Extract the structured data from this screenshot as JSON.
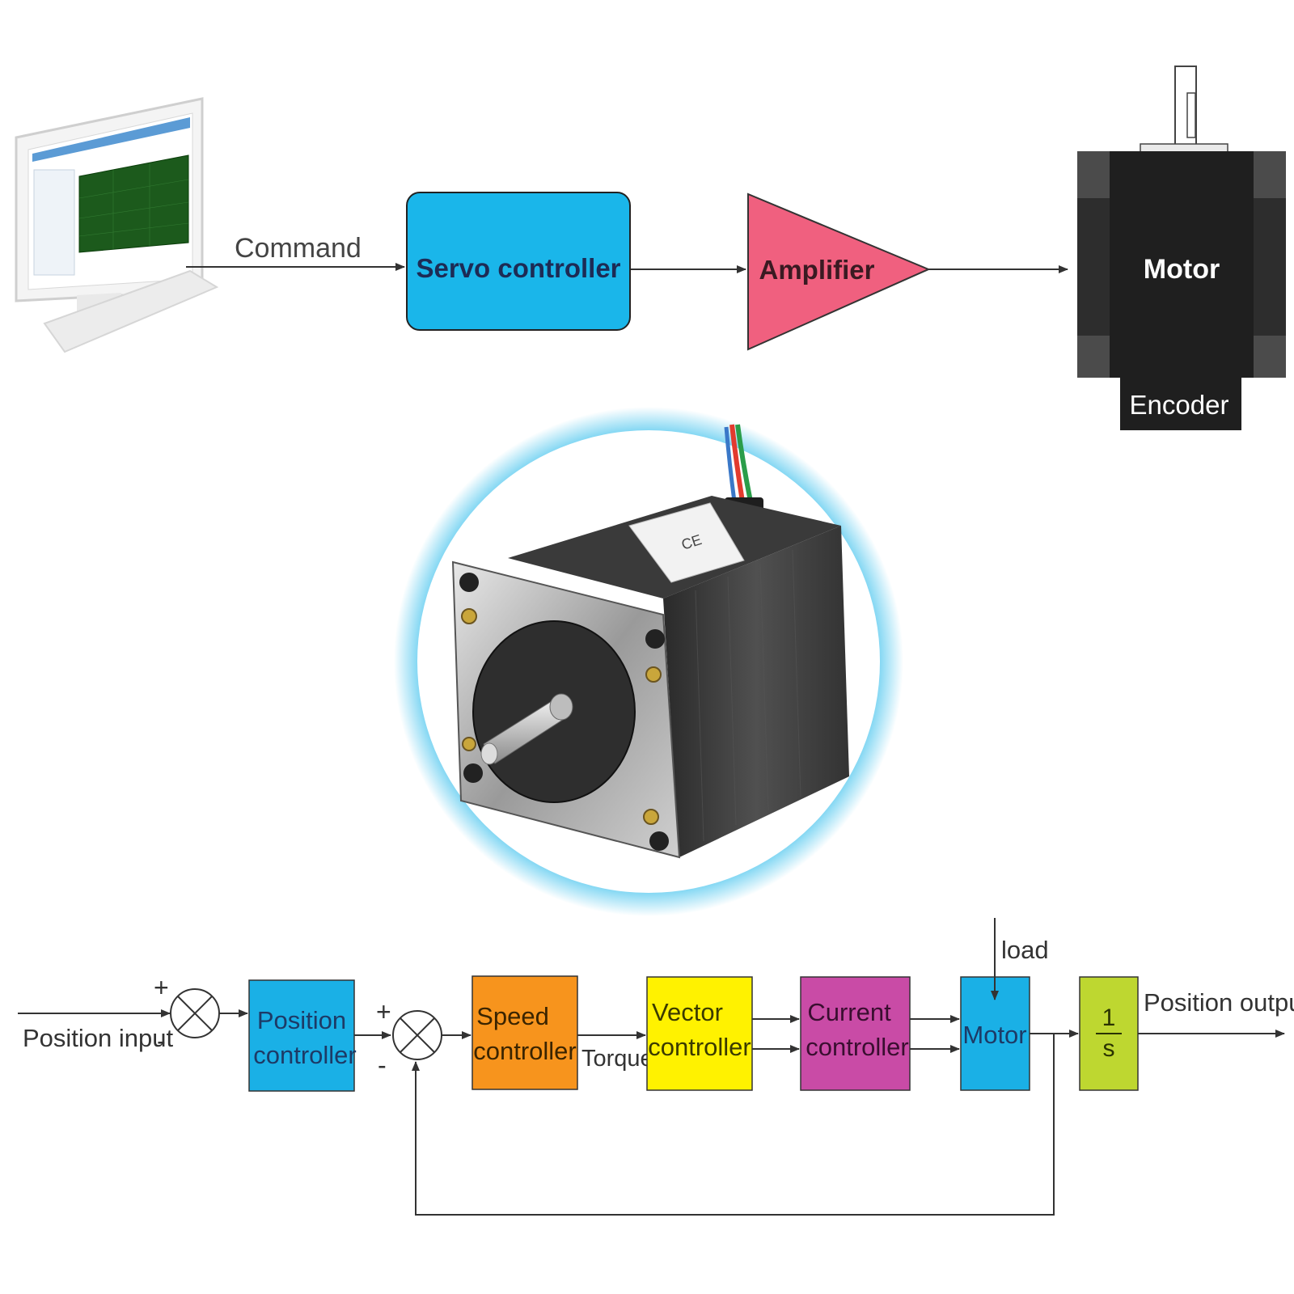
{
  "top_diagram": {
    "command_label": "Command",
    "servo_label": "Servo controller",
    "amplifier_label": "Amplifier",
    "motor_label": "Motor",
    "encoder_label": "Encoder"
  },
  "motor_photo": {
    "label_text": "CE"
  },
  "bottom_diagram": {
    "position_input": "Position input",
    "plus_1": "+",
    "minus_1": "-",
    "plus_2": "+",
    "minus_2": "-",
    "position_controller": [
      "Position",
      "controller"
    ],
    "speed_controller": [
      "Speed",
      "controller"
    ],
    "torque": "Torque",
    "vector_controller": [
      "Vector",
      "controller"
    ],
    "current_controller": [
      "Current",
      "controller"
    ],
    "motor": "Motor",
    "load": "load",
    "integrator_num": "1",
    "integrator_den": "s",
    "position_output": "Position output"
  },
  "colors": {
    "servo": "#1ab6ea",
    "amplifier": "#f0607f",
    "motor_block": "#2b2b2b",
    "position_ctrl": "#1ab0e6",
    "speed_ctrl": "#f7941d",
    "vector_ctrl": "#fff200",
    "current_ctrl": "#c94ba6",
    "motor_ctrl": "#1ab0e6",
    "integrator": "#bed730",
    "glow": "#4ec6ee"
  }
}
